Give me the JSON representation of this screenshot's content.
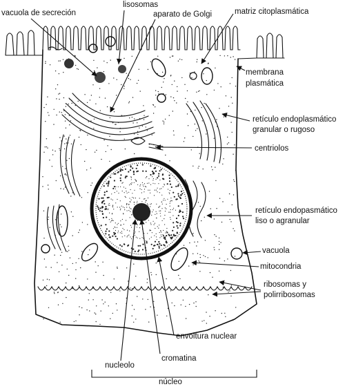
{
  "labels": {
    "vacuola_secrecion": "vacuola de secreción",
    "lisosomas": "lisosomas",
    "aparato_golgi": "aparato de Golgi",
    "matriz": "matriz citoplasmática",
    "membrana_1": "membrana",
    "membrana_2": "plasmática",
    "reticulo_granular_1": "retículo endoplasmático",
    "reticulo_granular_2": "granular o rugoso",
    "centriolos": "centriolos",
    "reticulo_liso_1": "retículo endopasmático",
    "reticulo_liso_2": "liso o agranular",
    "vacuola": "vacuola",
    "mitocondria": "mitocondria",
    "ribosomas_1": "ribosomas y",
    "ribosomas_2": "polirribosomas",
    "envoltura": "envoltura nuclear",
    "cromatina": "cromatina",
    "nucleolo": "nucleolo",
    "nucleo": "núcleo"
  },
  "colors": {
    "ink": "#111111",
    "background": "#ffffff"
  }
}
